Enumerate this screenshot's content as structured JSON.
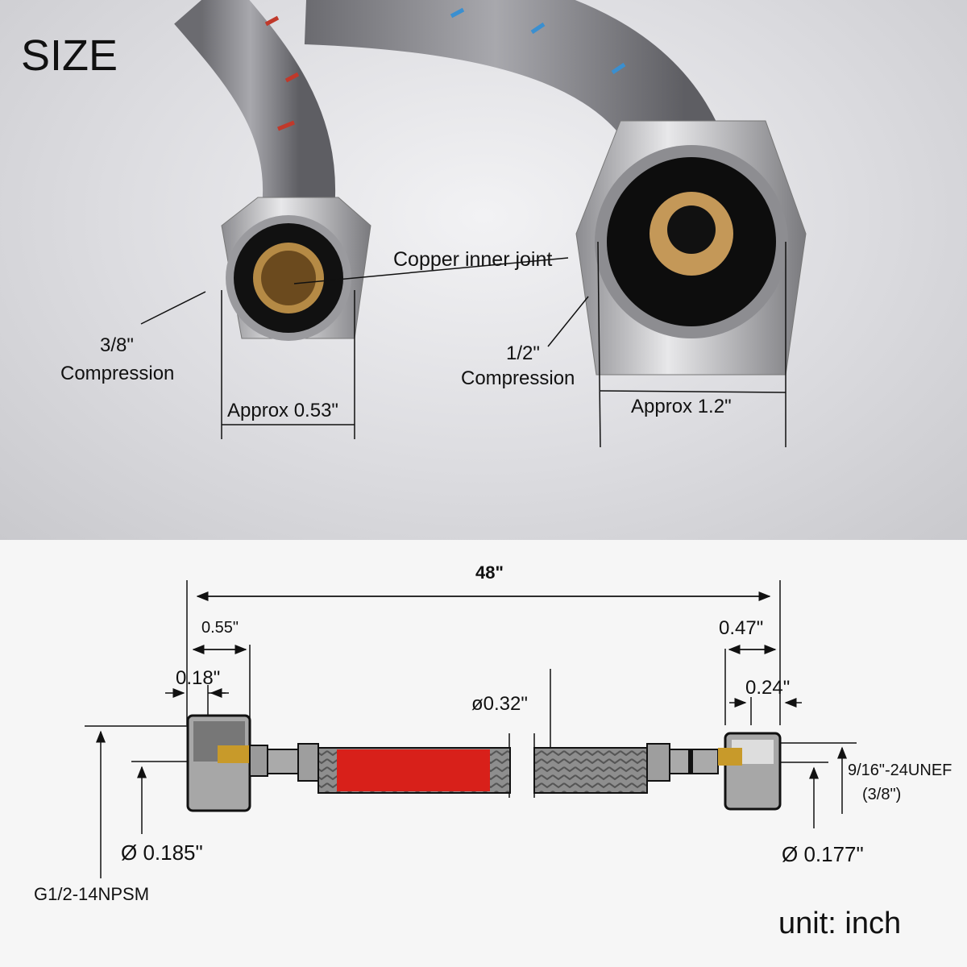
{
  "photo": {
    "title": "SIZE",
    "callouts": {
      "inner_joint": "Copper inner joint",
      "small_size": "3/8\"",
      "small_type": "Compression",
      "small_width": "Approx 0.53\"",
      "large_size": "1/2\"",
      "large_type": "Compression",
      "large_width": "Approx 1.2\""
    },
    "colors": {
      "hose_red_stripe": "#c0392b",
      "hose_blue_stripe": "#3a8fd0",
      "brass": "#c89a4a",
      "nickel": "#b8b8bc"
    }
  },
  "drawing": {
    "overall_length": "48\"",
    "left": {
      "nut_length": "0.55\"",
      "thread_depth": "0.18\"",
      "bore_diameter": "Ø 0.185\"",
      "thread_spec": "G1/2-14NPSM"
    },
    "right": {
      "nut_length": "0.47\"",
      "thread_depth": "0.24\"",
      "bore_diameter": "Ø 0.177\"",
      "thread_spec": "9/16\"-24UNEF",
      "thread_spec_sub": "(3/8\")"
    },
    "hose_diameter": "ø0.32\"",
    "unit_label": "unit: inch",
    "colors": {
      "red_sleeve": "#d8201a",
      "braid": "#8a8a8a",
      "brass": "#c89a2a"
    }
  }
}
